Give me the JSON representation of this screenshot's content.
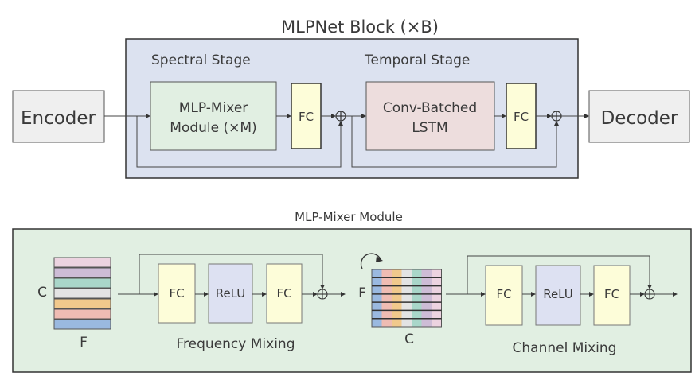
{
  "top": {
    "title": "MLPNet Block (×B)",
    "encoder": "Encoder",
    "decoder": "Decoder",
    "spectral_stage": {
      "label": "Spectral Stage",
      "module_line1": "MLP-Mixer",
      "module_line2": "Module (×M)",
      "fc": "FC"
    },
    "temporal_stage": {
      "label": "Temporal Stage",
      "module_line1": "Conv-Batched",
      "module_line2": "LSTM",
      "fc": "FC"
    }
  },
  "bottom": {
    "title": "MLP-Mixer Module",
    "input_tensor": {
      "row_label": "C",
      "col_label": "F"
    },
    "transposed_tensor": {
      "row_label": "F",
      "col_label": "C"
    },
    "frequency_mixing": {
      "label": "Frequency Mixing",
      "fc1": "FC",
      "relu": "ReLU",
      "fc2": "FC"
    },
    "channel_mixing": {
      "label": "Channel Mixing",
      "fc1": "FC",
      "relu": "ReLU",
      "fc2": "FC"
    },
    "stripe_colors": [
      "#ecd3e0",
      "#cdbcd6",
      "#a9d6c9",
      "#e3e3e3",
      "#f1c98c",
      "#efbcb3",
      "#9ab9e0"
    ]
  },
  "colors": {
    "block_bg": "#dce2f0",
    "mixer_bg": "#e1efe2",
    "lstm_bg": "#eddddd",
    "fc_bg": "#fdfdd9",
    "relu_bg": "#dde1f2",
    "io_bg": "#efefef"
  }
}
